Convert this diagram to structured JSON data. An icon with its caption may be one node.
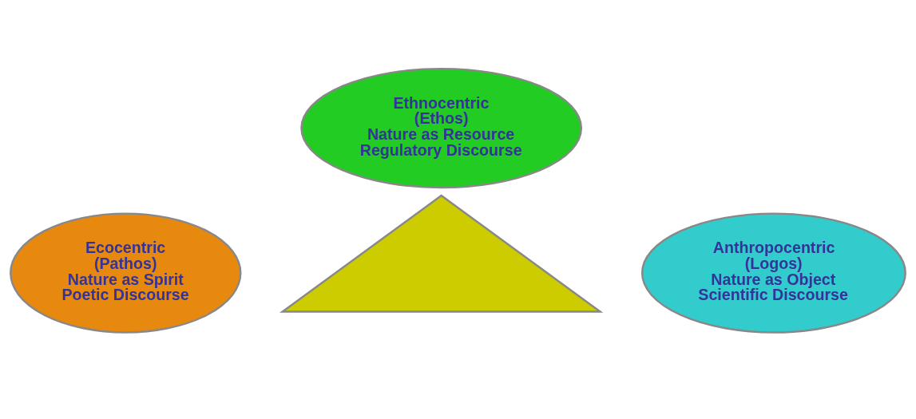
{
  "diagram": {
    "nodes": [
      {
        "text": [
          "Ethnocentric",
          "(Ethos)",
          "Nature as Resource",
          "Regulatory Discourse"
        ]
      },
      {
        "text": [],
        "shape": "triangle"
      },
      {
        "text": [
          "Ecocentric",
          "(Pathos)",
          "Nature as Spirit",
          "Poetic Discourse"
        ]
      },
      {
        "text": [
          "Anthropocentric",
          "(Logos)",
          "Nature as Object",
          "Scientific Discourse"
        ]
      }
    ]
  }
}
